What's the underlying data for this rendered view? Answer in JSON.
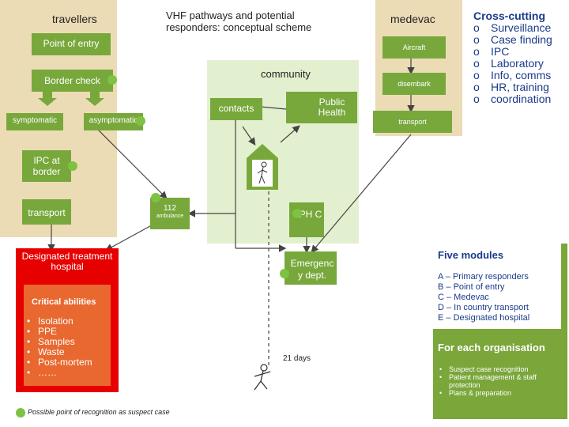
{
  "title": "VHF pathways and potential responders: conceptual scheme",
  "travellers": {
    "heading": "travellers",
    "point_of_entry": "Point of entry",
    "border_check": "Border check",
    "symptomatic": "symptomatic",
    "asymptomatic": "asymptomatic",
    "ipc_at_border": "IPC at border",
    "transport": "transport"
  },
  "community": {
    "heading": "community",
    "contacts": "contacts",
    "public_health": "Public Health",
    "ambulance_number": "112",
    "ambulance_label": "ambulance",
    "phc": "PH C",
    "emergency": "Emergenc y dept.",
    "days": "21 days"
  },
  "medevac": {
    "heading": "medevac",
    "aircraft": "Aircraft",
    "disembark": "disembark",
    "transport": "transport"
  },
  "cross_cutting": {
    "heading": "Cross-cutting",
    "marker": "o",
    "items": [
      "Surveillance",
      "Case finding",
      "IPC",
      "Laboratory",
      "Info, comms",
      "HR, training",
      "coordination"
    ]
  },
  "hospital": {
    "title": "Designated treatment hospital",
    "critical_heading": "Critical abilities",
    "bullet": "•",
    "abilities": [
      "Isolation",
      "PPE",
      "Samples",
      "Waste",
      "Post-mortem",
      "……"
    ]
  },
  "five_modules": {
    "heading": "Five modules",
    "lines": [
      "A – Primary responders",
      "B – Point of entry",
      "C – Medevac",
      "D – In country transport",
      "E – Designated hospital"
    ]
  },
  "each_org": {
    "heading": "For each organisation",
    "bullet": "•",
    "items": [
      "Suspect case recognition",
      "Patient management & staff protection",
      "Plans & preparation"
    ]
  },
  "legend": {
    "text": "Possible point of recognition as suspect case"
  },
  "colors": {
    "tan_panel": "#ecdcb5",
    "community_panel": "#e3f0cf",
    "green_box": "#78a83c",
    "recognition_dot": "#7dc242",
    "hospital_red": "#e60000",
    "hospital_inner": "#e86830",
    "crosscutting_text": "#1a3a8a",
    "modules_panel": "#7aa63a"
  }
}
